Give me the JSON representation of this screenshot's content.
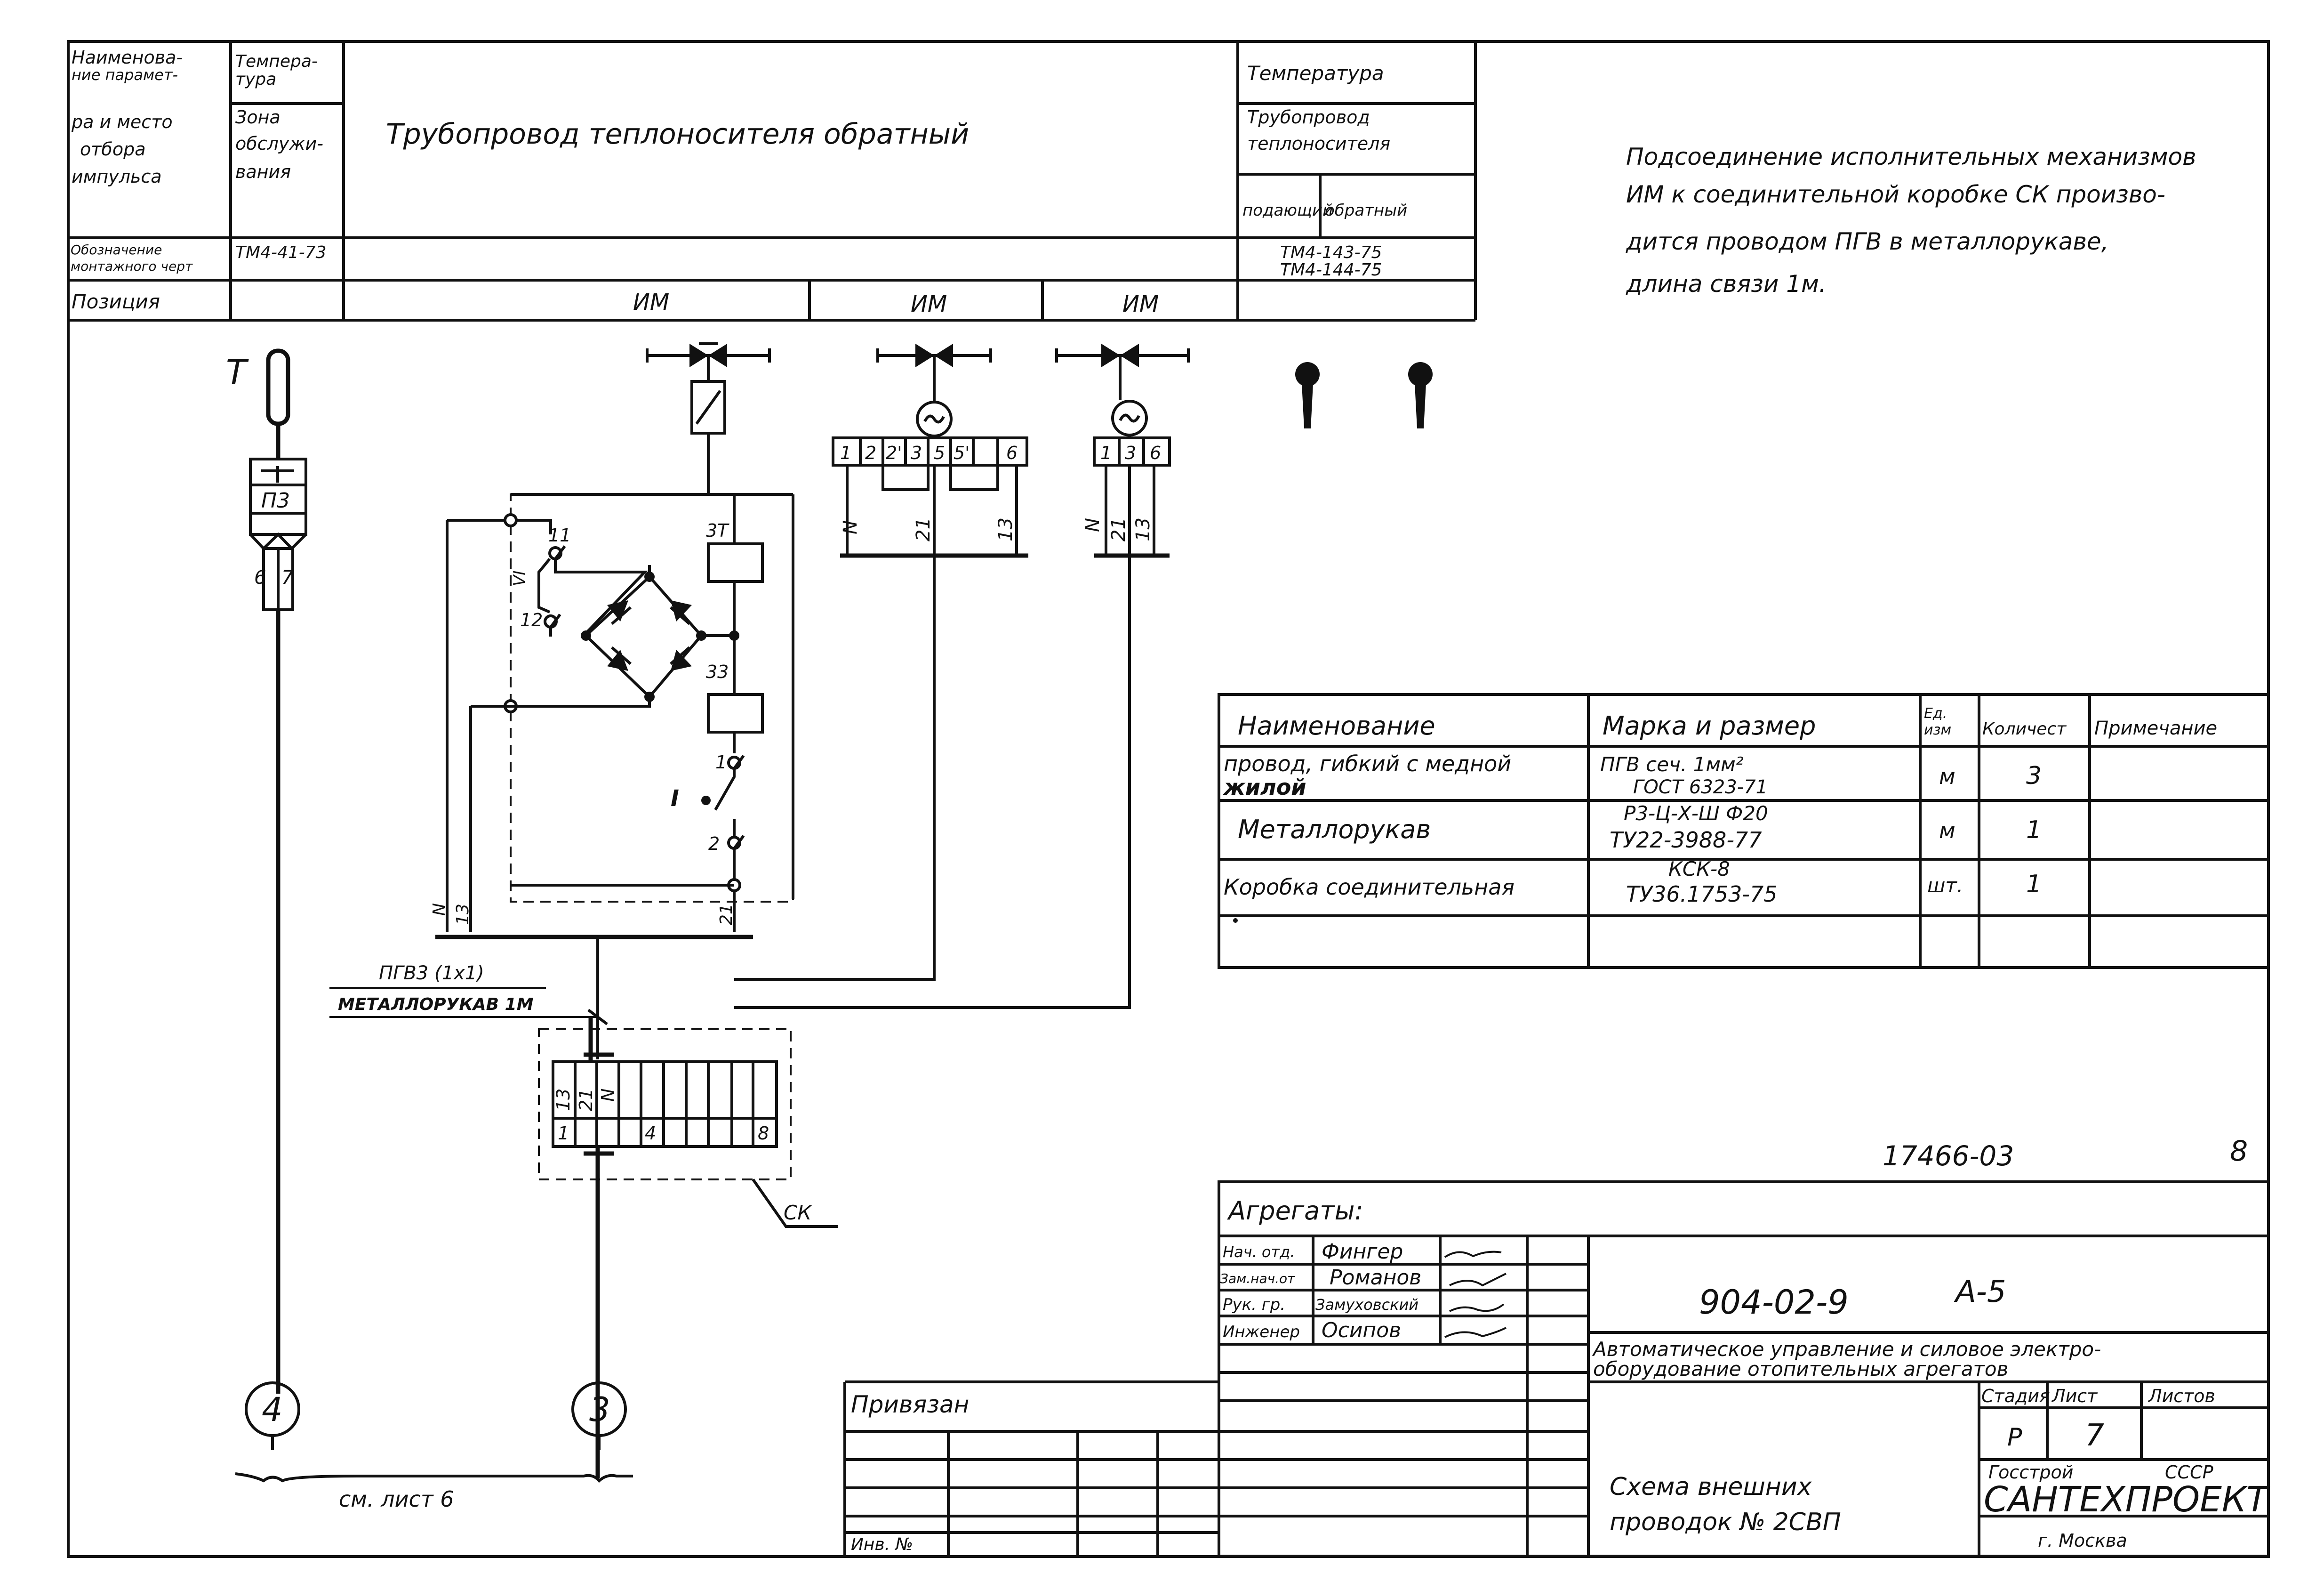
{
  "header_table": {
    "param_label": "Наименова-ние парамет-ра и место отбора импульса",
    "temp_label": "Темпера-тура",
    "zone_label": "Зона обслужи-вания",
    "main_title": "Трубопровод теплоносителя обратный",
    "right_temp": "Температура",
    "right_pipe": "Трубопровод теплоносителя",
    "right_supply": "подающий",
    "right_return": "обратный",
    "drawing_label": "Обозначение монтажного черт",
    "drawing_value": "ТМ4-41-73",
    "right_drawings": [
      "ТМ4-143-75",
      "ТМ4-144-75"
    ],
    "position_label": "Позиция",
    "positions": [
      "ИМ",
      "ИМ",
      "ИМ"
    ]
  },
  "note": "Подсоединение исполнительных механизмов ИМ к соединительной коробке СК произво-дится проводом ПГВ в металлорукаве, длина связи 1м.",
  "sensor": {
    "letter": "Т",
    "label": "П3",
    "terminals": [
      "6",
      "7"
    ]
  },
  "relay_block": {
    "labels": [
      "3Т",
      "33"
    ],
    "contacts": [
      "11",
      "VI",
      "12",
      "1",
      "2"
    ],
    "switch": "I",
    "bus_labels": [
      "N",
      "13",
      "21"
    ]
  },
  "terminal_block_1": {
    "terminals": [
      "1",
      "2",
      "2'",
      "3",
      "5",
      "5'",
      "6"
    ],
    "wires": [
      "N",
      "21",
      "13"
    ]
  },
  "terminal_block_2": {
    "terminals": [
      "1",
      "3",
      "6"
    ],
    "wires": [
      "N",
      "21",
      "13"
    ]
  },
  "cable": {
    "line1": "ПГВ3 (1х1)",
    "line2": "МЕТАЛЛОРУКАВ 1М"
  },
  "junction_box": {
    "label": "СК",
    "top_wires": [
      "13",
      "21",
      "N"
    ],
    "bottom_terminals": [
      "1",
      "4",
      "8"
    ]
  },
  "circles": [
    "4",
    "3"
  ],
  "see_sheet": "см. лист 6",
  "spec_table": {
    "headers": [
      "Наименование",
      "Марка и размер",
      "Ед. изм",
      "Количест",
      "Примечание"
    ],
    "rows": [
      {
        "name": "Провод, гибкий с медной жилой",
        "mark": [
          "ПГВ сеч. 1мм²",
          "ГОСТ 6323-71"
        ],
        "unit": "м",
        "qty": "3"
      },
      {
        "name": "Металлорукав",
        "mark": [
          "Р3-Ц-Х-Ш Ф20",
          "ТУ22-3988-77"
        ],
        "unit": "м",
        "qty": "1"
      },
      {
        "name": "Коробка соединительная",
        "mark": [
          "КСК-8",
          "ТУ36.1753-75"
        ],
        "unit": "шт.",
        "qty": "1"
      }
    ]
  },
  "doc_number": "17466-03",
  "page_number": "8",
  "title_block": {
    "aggregates": "Агрегаты:",
    "roles": [
      {
        "role": "Нач. отд.",
        "name": "Фингер"
      },
      {
        "role": "Зам.нач.от",
        "name": "Романов"
      },
      {
        "role": "Рук. гр.",
        "name": "Замуховский"
      },
      {
        "role": "Инженер",
        "name": "Осипов"
      }
    ],
    "code": "904-02-9",
    "album": "А-5",
    "subject": "Автоматическое управление и силовое электро-оборудование отопительных агрегатов",
    "stage_label": "Стадия",
    "sheet_label": "Лист",
    "sheets_label": "Листов",
    "stage": "Р",
    "sheet": "7",
    "scheme_title": "Схема внешних проводок № 2СВП",
    "org_top_left": "Госстрой",
    "org_top_right": "СССР",
    "org_name": "САНТЕХПРОЕКТ",
    "org_city": "г. Москва",
    "bound_label": "Привязан",
    "inv_label": "Инв. №"
  }
}
